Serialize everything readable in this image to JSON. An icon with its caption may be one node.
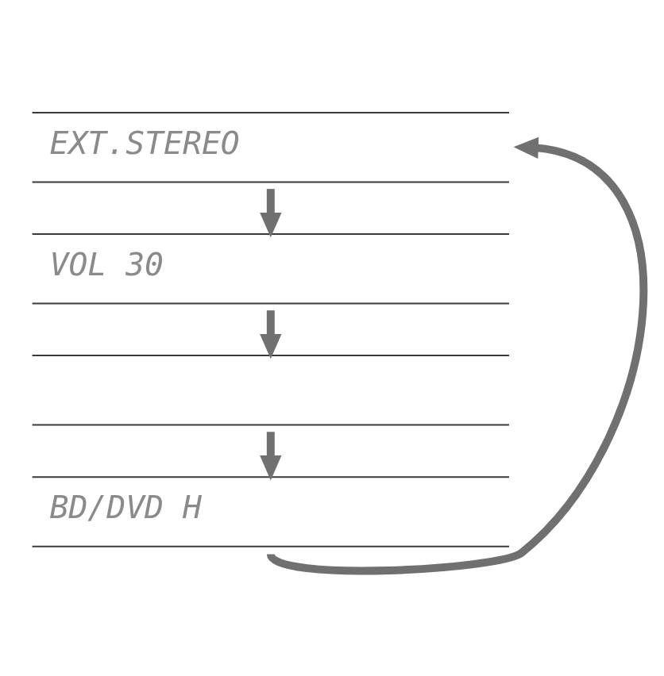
{
  "diagram": {
    "nodes": [
      {
        "text": [
          "EXT.STEREO"
        ]
      },
      {
        "text": [
          "VOL 30"
        ]
      },
      {
        "text": [],
        "shape": "box"
      },
      {
        "text": [
          "BD/DVD H"
        ]
      }
    ],
    "edges": [
      {
        "from": 0,
        "to": 1,
        "arrow": "to"
      },
      {
        "from": 1,
        "to": 2,
        "arrow": "to"
      },
      {
        "from": 2,
        "to": 3,
        "arrow": "to"
      },
      {
        "from": 3,
        "to": 0,
        "arrow": "to"
      }
    ]
  }
}
